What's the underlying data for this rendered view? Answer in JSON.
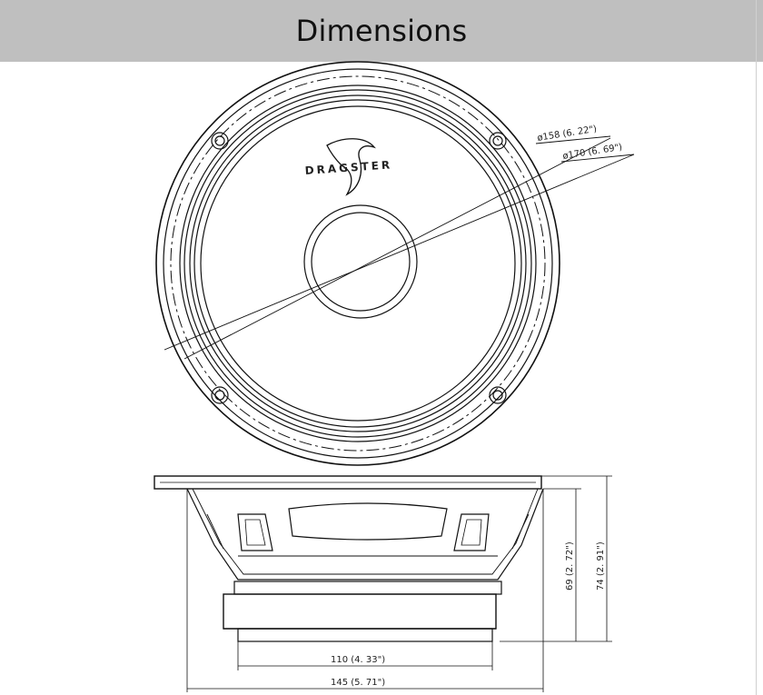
{
  "header": {
    "title": "Dimensions"
  },
  "front_view": {
    "brand_name": "DRAGSTER",
    "dim_outer": "ø170 (6. 69\")",
    "dim_inner": "ø158 (6. 22\")"
  },
  "side_view": {
    "dim_magnet_width": "110 (4. 33\")",
    "dim_overall_width": "145 (5. 71\")",
    "dim_depth_basket": "69 (2. 72\")",
    "dim_depth_total": "74 (2. 91\")"
  }
}
